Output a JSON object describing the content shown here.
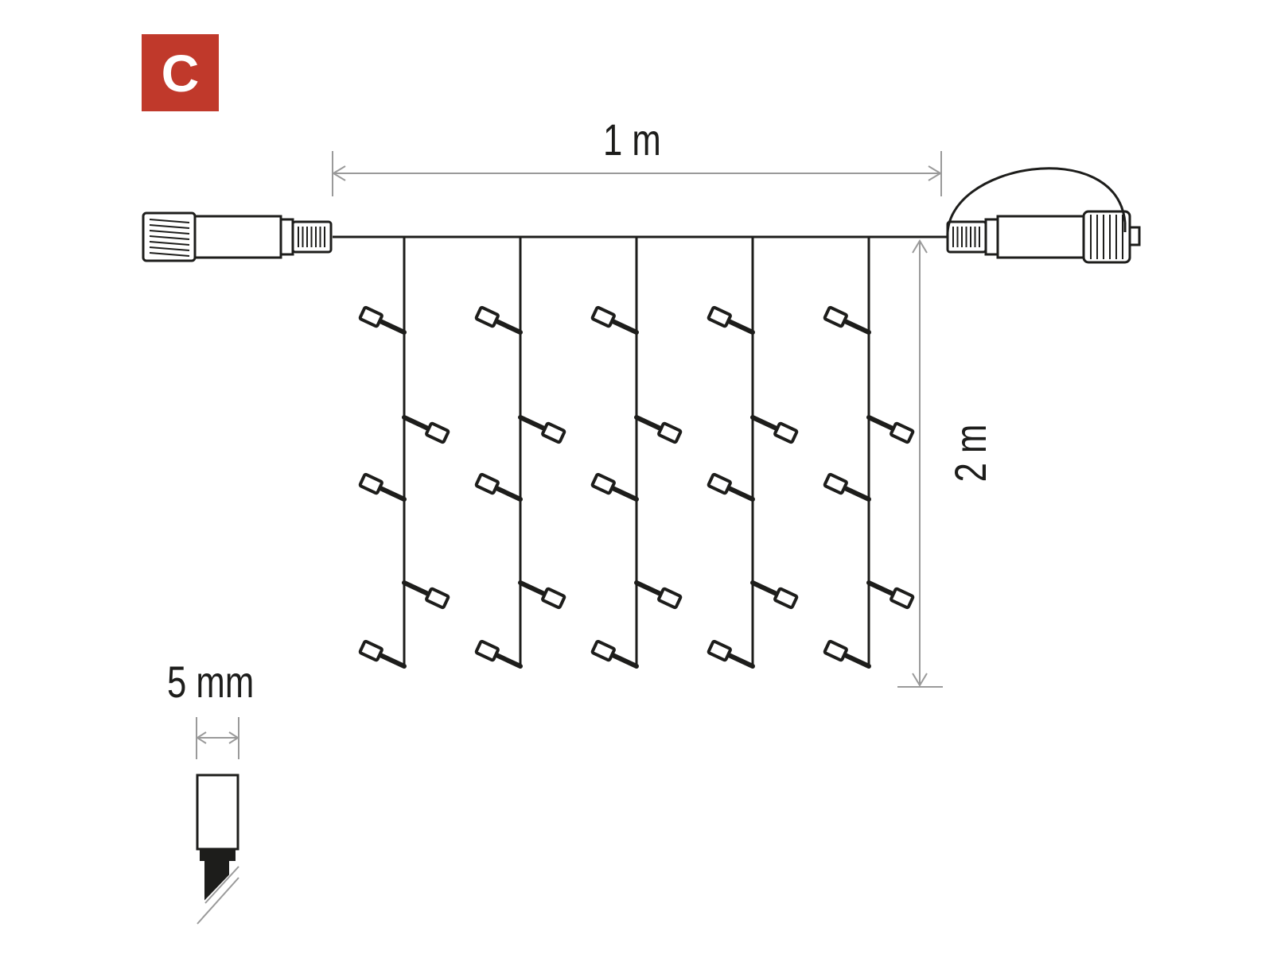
{
  "badge": {
    "letter": "C",
    "color": "#c0392b"
  },
  "labels": {
    "width": "1 m",
    "height": "2 m",
    "led_size": "5 mm"
  },
  "colors": {
    "line": "#1d1d1b",
    "dimension": "#9a9a9a"
  },
  "curtain": {
    "strands": 5,
    "leds_per_strand": 5
  }
}
